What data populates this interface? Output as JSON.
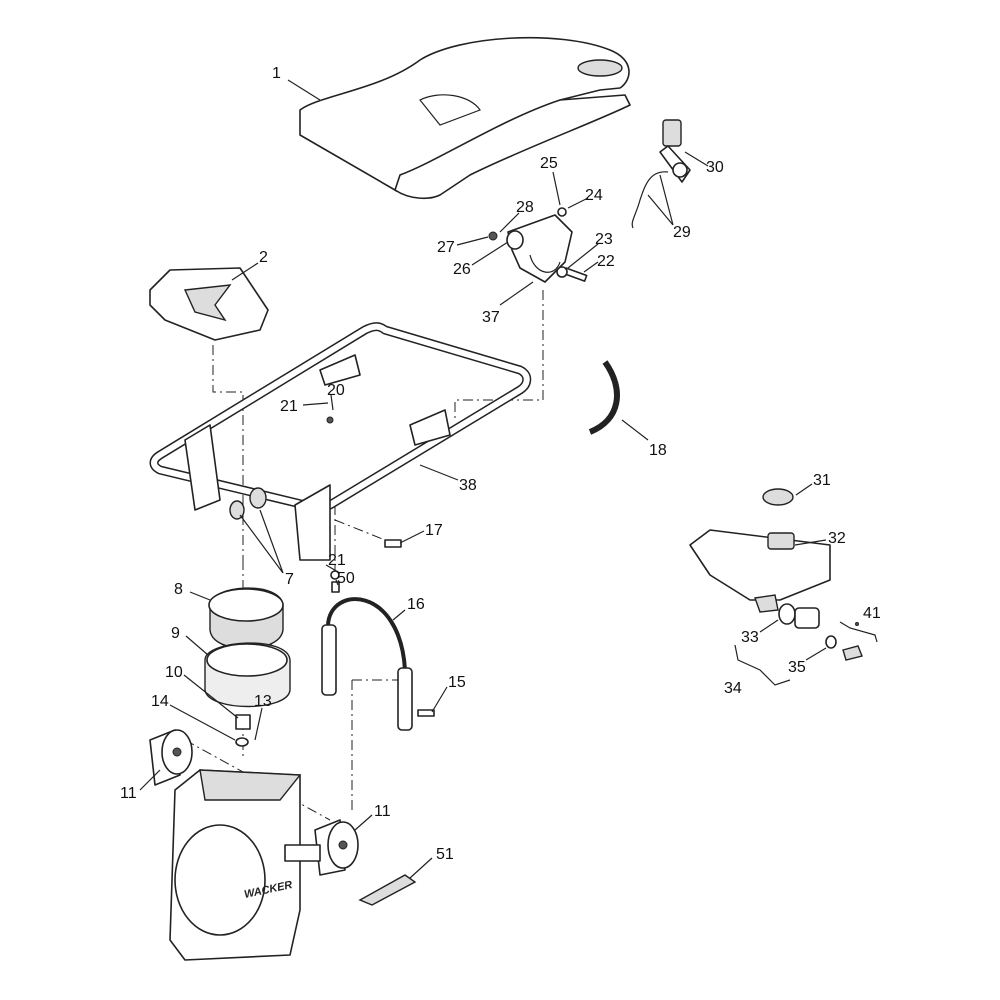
{
  "title": "Exploded parts diagram",
  "brand_mark": "WACKER",
  "callouts": [
    "1",
    "30",
    "25",
    "24",
    "28",
    "27",
    "26",
    "23",
    "22",
    "37",
    "29",
    "2",
    "20",
    "21",
    "18",
    "38",
    "31",
    "32",
    "17",
    "21",
    "50",
    "7",
    "8",
    "16",
    "41",
    "9",
    "33",
    "35",
    "34",
    "10",
    "15",
    "14",
    "13",
    "11",
    "11",
    "51"
  ]
}
